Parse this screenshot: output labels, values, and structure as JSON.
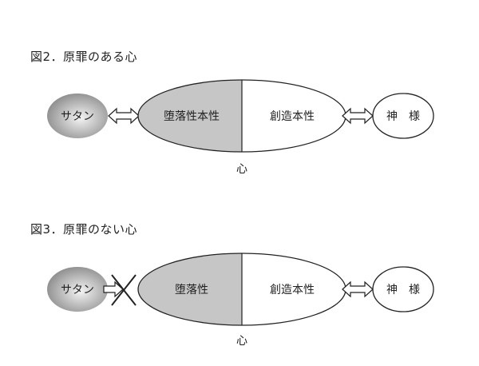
{
  "figure2": {
    "title": "図2．原罪のある心",
    "satan": "サタン",
    "fallen": "堕落性本性",
    "creation": "創造本性",
    "god": "神　様",
    "heart": "心"
  },
  "figure3": {
    "title": "図3．原罪のない心",
    "satan": "サタン",
    "fallen": "堕落性",
    "creation": "創造本性",
    "god": "神　様",
    "heart": "心"
  },
  "colors": {
    "fallen_fill": "#c6c6c6",
    "satan_gradient_dark": "#8a8a8a",
    "satan_gradient_light": "#f4f4f4",
    "stroke": "#222222"
  }
}
